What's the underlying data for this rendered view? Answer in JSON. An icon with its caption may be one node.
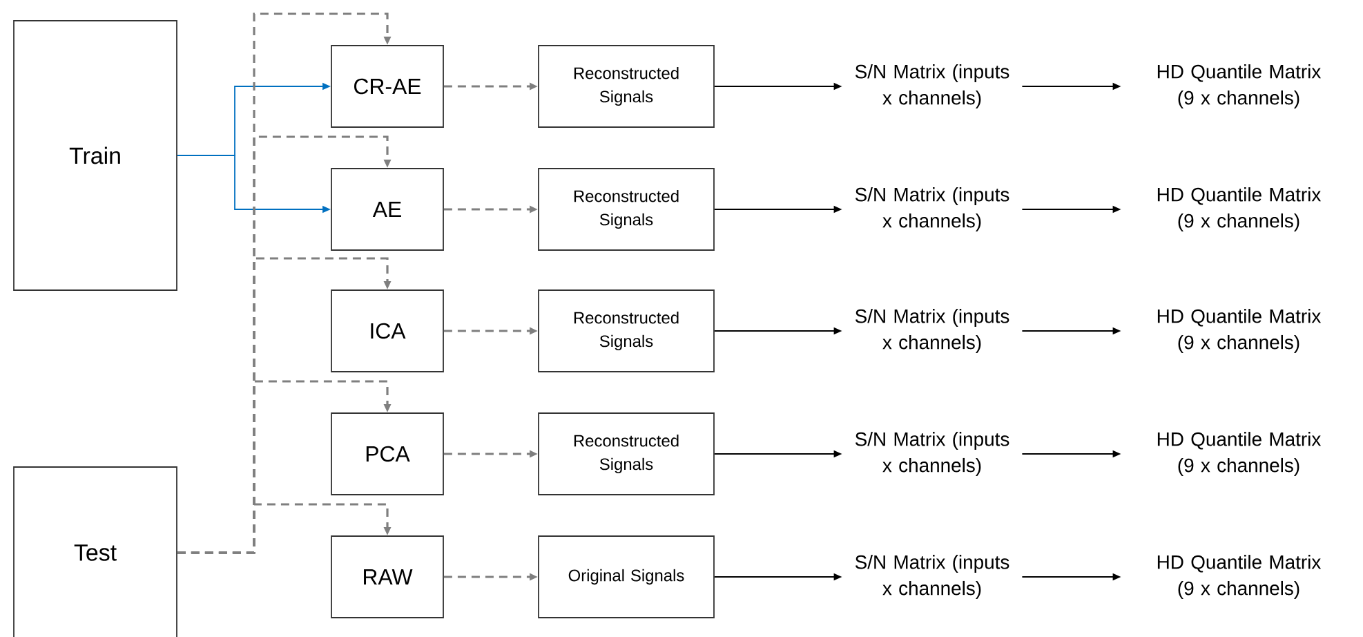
{
  "diagram": {
    "nodes": [
      {
        "text": [
          "Train"
        ]
      },
      {
        "text": [
          "Test"
        ]
      },
      {
        "text": [
          "CR-AE"
        ]
      },
      {
        "text": [
          "AE"
        ]
      },
      {
        "text": [
          "ICA"
        ]
      },
      {
        "text": [
          "PCA"
        ]
      },
      {
        "text": [
          "RAW"
        ]
      },
      {
        "text": [
          "Reconstructed Signals"
        ]
      },
      {
        "text": [
          "Reconstructed Signals"
        ]
      },
      {
        "text": [
          "Reconstructed Signals"
        ]
      },
      {
        "text": [
          "Reconstructed Signals"
        ]
      },
      {
        "text": [
          "Original Signals"
        ]
      },
      {
        "text": [
          "S/N Matrix (inputs x channels)"
        ]
      },
      {
        "text": [
          "S/N Matrix (inputs x channels)"
        ]
      },
      {
        "text": [
          "S/N Matrix (inputs x channels)"
        ]
      },
      {
        "text": [
          "S/N Matrix (inputs x channels)"
        ]
      },
      {
        "text": [
          "S/N Matrix (inputs x channels)"
        ]
      },
      {
        "text": [
          "HD Quantile Matrix (9 x channels)"
        ]
      },
      {
        "text": [
          "HD Quantile Matrix (9 x channels)"
        ]
      },
      {
        "text": [
          "HD Quantile Matrix (9 x channels)"
        ]
      },
      {
        "text": [
          "HD Quantile Matrix (9 x channels)"
        ]
      },
      {
        "text": [
          "HD Quantile Matrix (9 x channels)"
        ]
      }
    ],
    "edges": [
      {
        "from": 0,
        "to": 2,
        "arrow": "to",
        "color": "#0070c0"
      },
      {
        "from": 0,
        "to": 3,
        "arrow": "to",
        "color": "#0070c0"
      },
      {
        "from": 1,
        "to": 2,
        "arrow": "to",
        "style": "dashed",
        "color": "#7f7f7f"
      },
      {
        "from": 1,
        "to": 3,
        "arrow": "to",
        "style": "dashed",
        "color": "#7f7f7f"
      },
      {
        "from": 1,
        "to": 4,
        "arrow": "to",
        "style": "dashed",
        "color": "#7f7f7f"
      },
      {
        "from": 1,
        "to": 5,
        "arrow": "to",
        "style": "dashed",
        "color": "#7f7f7f"
      },
      {
        "from": 1,
        "to": 6,
        "arrow": "to",
        "style": "dashed",
        "color": "#7f7f7f"
      },
      {
        "from": 2,
        "to": 7,
        "arrow": "to",
        "style": "dashed",
        "color": "#7f7f7f"
      },
      {
        "from": 3,
        "to": 8,
        "arrow": "to",
        "style": "dashed",
        "color": "#7f7f7f"
      },
      {
        "from": 4,
        "to": 9,
        "arrow": "to",
        "style": "dashed",
        "color": "#7f7f7f"
      },
      {
        "from": 5,
        "to": 10,
        "arrow": "to",
        "style": "dashed",
        "color": "#7f7f7f"
      },
      {
        "from": 6,
        "to": 11,
        "arrow": "to",
        "style": "dashed",
        "color": "#7f7f7f"
      },
      {
        "from": 7,
        "to": 12,
        "arrow": "to",
        "color": "#000000"
      },
      {
        "from": 8,
        "to": 13,
        "arrow": "to",
        "color": "#000000"
      },
      {
        "from": 9,
        "to": 14,
        "arrow": "to",
        "color": "#000000"
      },
      {
        "from": 10,
        "to": 15,
        "arrow": "to",
        "color": "#000000"
      },
      {
        "from": 11,
        "to": 16,
        "arrow": "to",
        "color": "#000000"
      },
      {
        "from": 12,
        "to": 17,
        "arrow": "to",
        "color": "#000000"
      },
      {
        "from": 13,
        "to": 18,
        "arrow": "to",
        "color": "#000000"
      },
      {
        "from": 14,
        "to": 19,
        "arrow": "to",
        "color": "#000000"
      },
      {
        "from": 15,
        "to": 20,
        "arrow": "to",
        "color": "#000000"
      },
      {
        "from": 16,
        "to": 21,
        "arrow": "to",
        "color": "#000000"
      }
    ]
  }
}
